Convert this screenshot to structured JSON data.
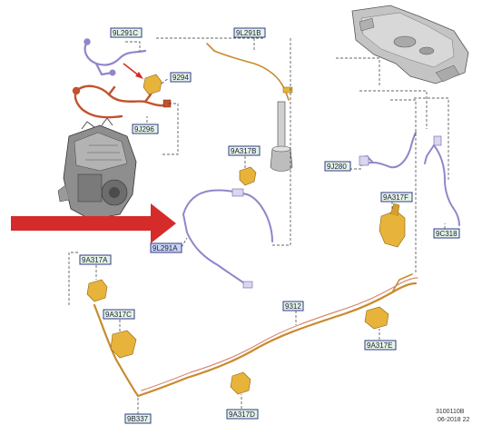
{
  "colors": {
    "label_bg": "#e4f4e4",
    "label_border": "#2f3a8a",
    "selected_label_bg": "#c9d4f2",
    "fuel_line": "#c98a2e",
    "vapor_line": "#8f87c8",
    "harness": "#c0532e",
    "bracket": "#e8b33a",
    "arrow_red": "#d62b2b",
    "engine_gray": "#7d7d7d",
    "tank_gray": "#b9b9b9"
  },
  "labels": {
    "l_9l291c": "9L291C",
    "l_9l291b": "9L291B",
    "l_9294": "9294",
    "l_9j296": "9J296",
    "l_9a317b": "9A317B",
    "l_9j280": "9J280",
    "l_9a317f": "9A317F",
    "l_9c318": "9C318",
    "l_9l291a": "9L291A",
    "l_9a317a": "9A317A",
    "l_9a317c": "9A317C",
    "l_9312": "9312",
    "l_9a317e": "9A317E",
    "l_9b337": "9B337",
    "l_9a317d": "9A317D"
  },
  "footer": {
    "drawing_number": "3100110B",
    "date": "06-2018 22"
  },
  "icons": {
    "pointer": "red-arrow-icon",
    "engine": "engine-icon",
    "tank": "fuel-tank-icon",
    "filter": "fuel-filter-icon"
  }
}
